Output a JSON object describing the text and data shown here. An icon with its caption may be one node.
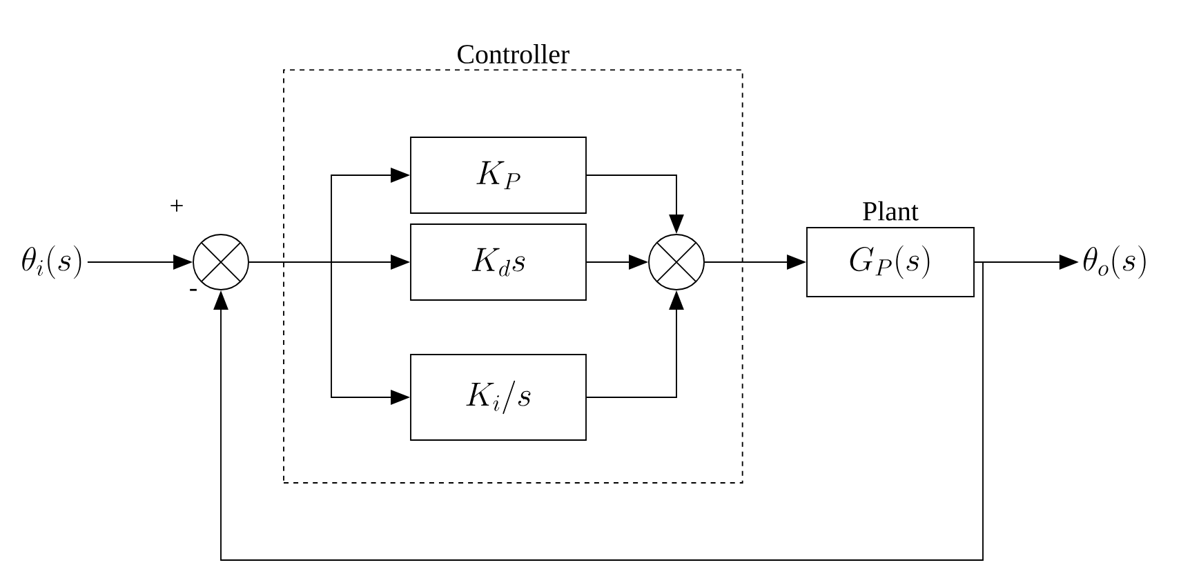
{
  "diagram": {
    "nodes": [
      {
        "text": [
          "Controller"
        ]
      },
      {
        "text": [
          "\\theta_i(s)"
        ]
      },
      {
        "text": [],
        "shape": "circle"
      },
      {
        "text": [
          "K_P"
        ],
        "in": 0
      },
      {
        "text": [
          "K_d s"
        ],
        "in": 0
      },
      {
        "text": [
          "K_i/s"
        ],
        "in": 0
      },
      {
        "text": [],
        "shape": "circle",
        "in": 0
      },
      {
        "text": [
          "Plant",
          "G_P(s)"
        ]
      },
      {
        "text": [
          "\\theta_o(s)"
        ]
      }
    ],
    "edges": [
      {
        "from": 1,
        "to": 2,
        "arrow": "to"
      },
      {
        "from": 2,
        "to": 3,
        "arrow": "to"
      },
      {
        "from": 2,
        "to": 4,
        "arrow": "to"
      },
      {
        "from": 2,
        "to": 5,
        "arrow": "to"
      },
      {
        "from": 3,
        "to": 6,
        "arrow": "to"
      },
      {
        "from": 4,
        "to": 6,
        "arrow": "to"
      },
      {
        "from": 5,
        "to": 6,
        "arrow": "to"
      },
      {
        "from": 6,
        "to": 7,
        "arrow": "to"
      },
      {
        "from": 7,
        "to": 8,
        "arrow": "to"
      },
      {
        "from": 7,
        "to": 2,
        "arrow": "to"
      }
    ],
    "labels": [
      "+",
      "-"
    ]
  }
}
